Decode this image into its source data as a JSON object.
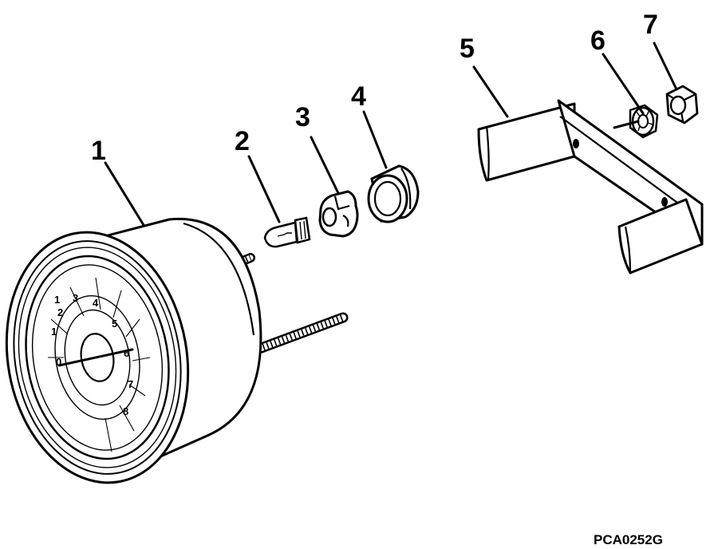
{
  "callouts": {
    "c1": "1",
    "c2": "2",
    "c3": "3",
    "c4": "4",
    "c5": "5",
    "c6": "6",
    "c7": "7"
  },
  "diagram_code": "PCA0252G",
  "dial": {
    "ticks": [
      "1",
      "2",
      "3",
      "4",
      "5",
      "6",
      "7",
      "8",
      "1",
      "0"
    ]
  }
}
